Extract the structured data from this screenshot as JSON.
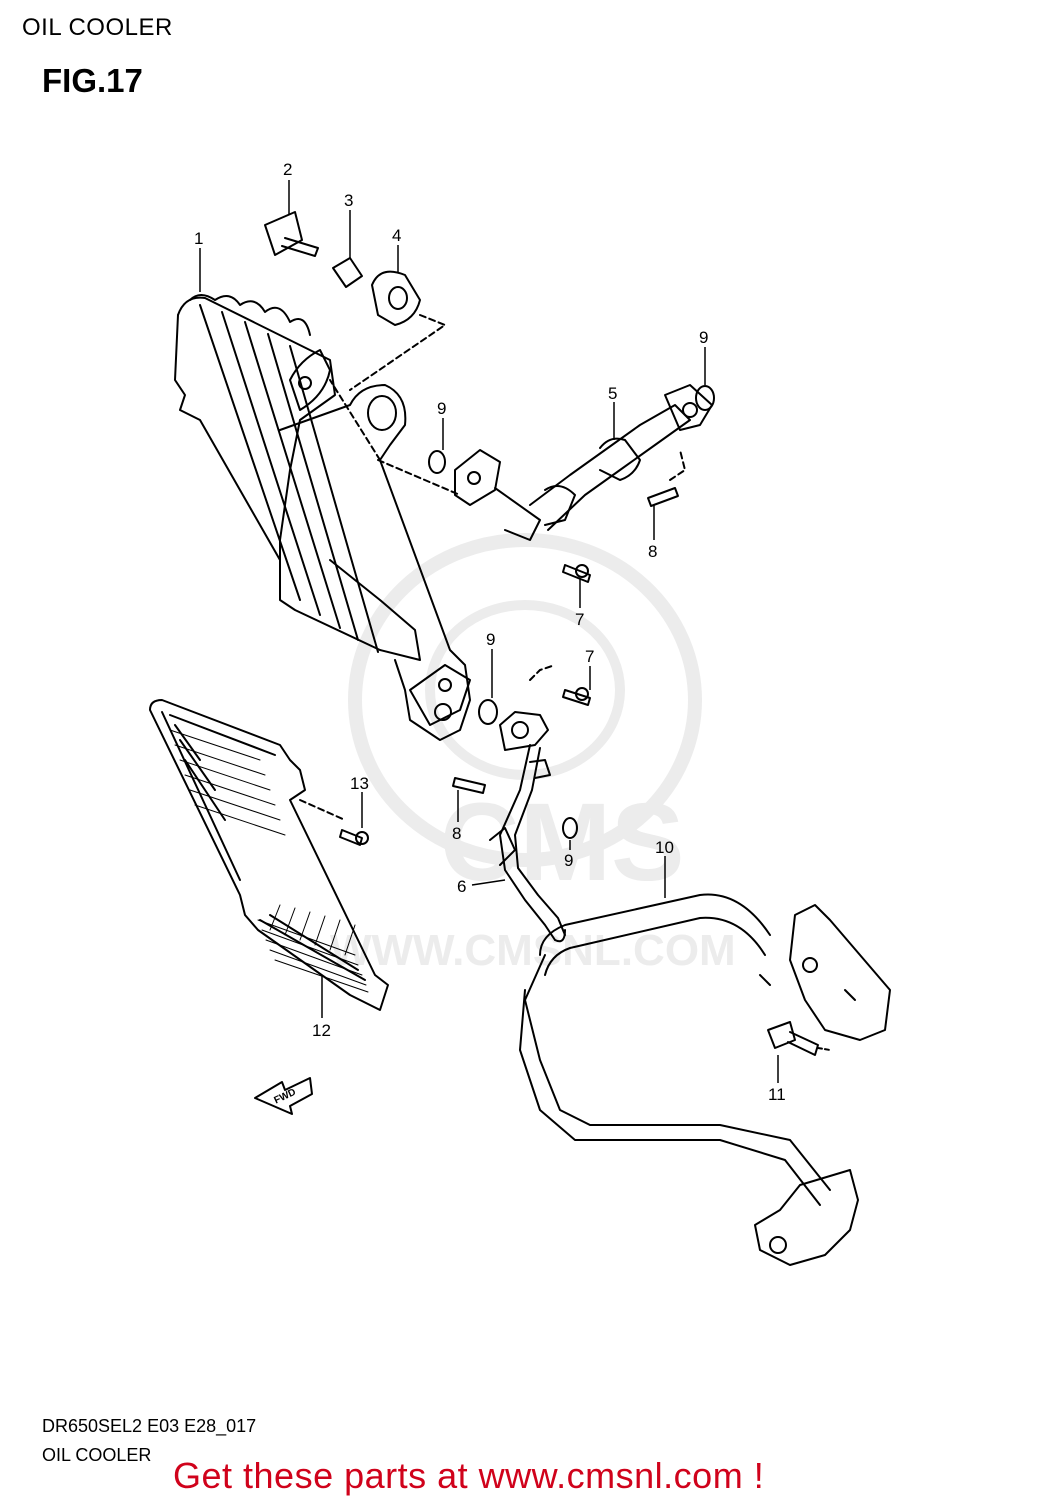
{
  "header": {
    "title": "OIL COOLER",
    "figure": "FIG.17"
  },
  "watermark": {
    "brand": "CMS",
    "url": "WWW.CMSNL.COM"
  },
  "direction_badge": "FWD",
  "callouts": [
    {
      "id": "c1",
      "label": "1"
    },
    {
      "id": "c2",
      "label": "2"
    },
    {
      "id": "c3",
      "label": "3"
    },
    {
      "id": "c4",
      "label": "4"
    },
    {
      "id": "c5",
      "label": "5"
    },
    {
      "id": "c6",
      "label": "6"
    },
    {
      "id": "c7a",
      "label": "7"
    },
    {
      "id": "c7b",
      "label": "7"
    },
    {
      "id": "c8a",
      "label": "8"
    },
    {
      "id": "c8b",
      "label": "8"
    },
    {
      "id": "c9a",
      "label": "9"
    },
    {
      "id": "c9b",
      "label": "9"
    },
    {
      "id": "c9c",
      "label": "9"
    },
    {
      "id": "c9d",
      "label": "9"
    },
    {
      "id": "c10",
      "label": "10"
    },
    {
      "id": "c11",
      "label": "11"
    },
    {
      "id": "c12",
      "label": "12"
    },
    {
      "id": "c13",
      "label": "13"
    }
  ],
  "footer": {
    "code": "DR650SEL2 E03 E28_017",
    "caption": "OIL COOLER",
    "promo": "Get these parts at www.cmsnl.com !"
  },
  "colors": {
    "promo": "#d0021b",
    "watermark": "#ececec",
    "line": "#000000"
  }
}
